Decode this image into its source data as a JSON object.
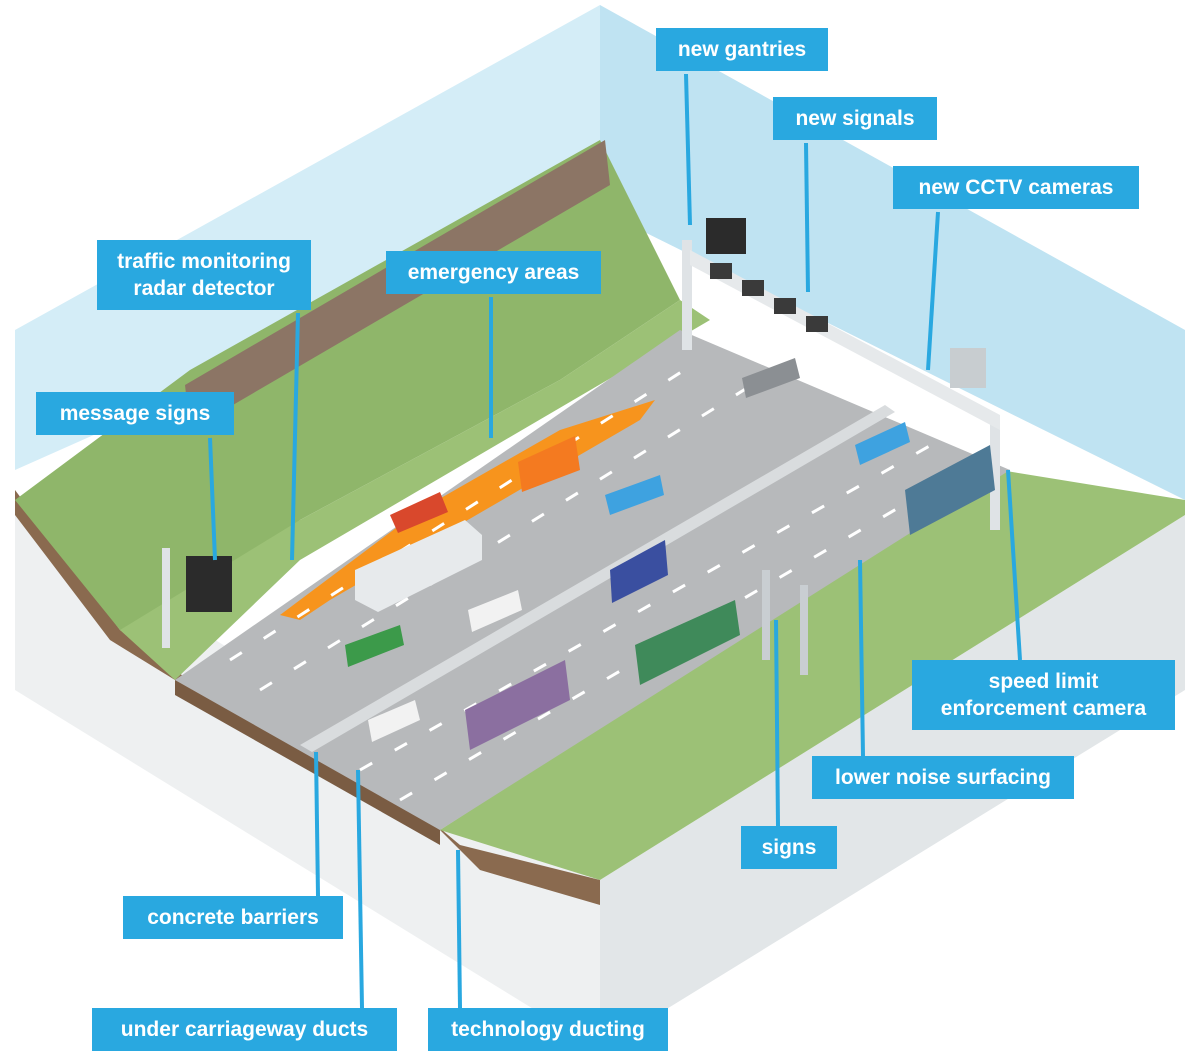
{
  "labels": {
    "new_gantries": "new gantries",
    "new_signals": "new signals",
    "new_cctv_cameras": "new CCTV cameras",
    "traffic_monitoring_line1": "traffic monitoring",
    "traffic_monitoring_line2": "radar detector",
    "emergency_areas": "emergency areas",
    "message_signs": "message signs",
    "speed_limit_line1": "speed limit",
    "speed_limit_line2": "enforcement camera",
    "lower_noise_surfacing": "lower noise surfacing",
    "signs": "signs",
    "concrete_barriers": "concrete barriers",
    "under_carriageway_ducts": "under carriageway ducts",
    "technology_ducting": "technology ducting"
  },
  "colors": {
    "callout": "#29a8e0",
    "sky": "#cfeaf5",
    "grass": "#8fb66a",
    "road": "#b7b9bb",
    "emergency_area": "#f7941d",
    "soil": "#8a6a4f",
    "fence": "#8c7565",
    "gantry": "#dfe3e6"
  }
}
